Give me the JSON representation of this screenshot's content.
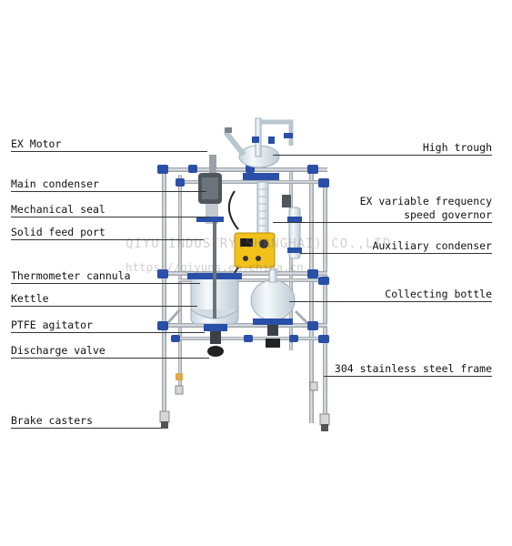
{
  "labels_left": [
    "EX Motor",
    "Main condenser",
    "Mechanical seal",
    "Solid feed port",
    "Thermometer cannula",
    "Kettle",
    "PTFE agitator",
    "Discharge valve",
    "Brake casters"
  ],
  "labels_right": [
    "High trough",
    "EX variable frequency",
    "speed governor",
    "Auxiliary condenser",
    "Collecting bottle",
    "304 stainless steel frame"
  ],
  "watermark": {
    "line1": "QIYU INDUSTRY(SHANGHAI) CO.,LTD",
    "line2": "https://qiyuns.en.china.cn"
  },
  "colors": {
    "frame": "#b9bec4",
    "clamp": "#2a4fa8",
    "glass": "#dfe8ee",
    "controller": "#f2c21b",
    "text": "#111111"
  }
}
